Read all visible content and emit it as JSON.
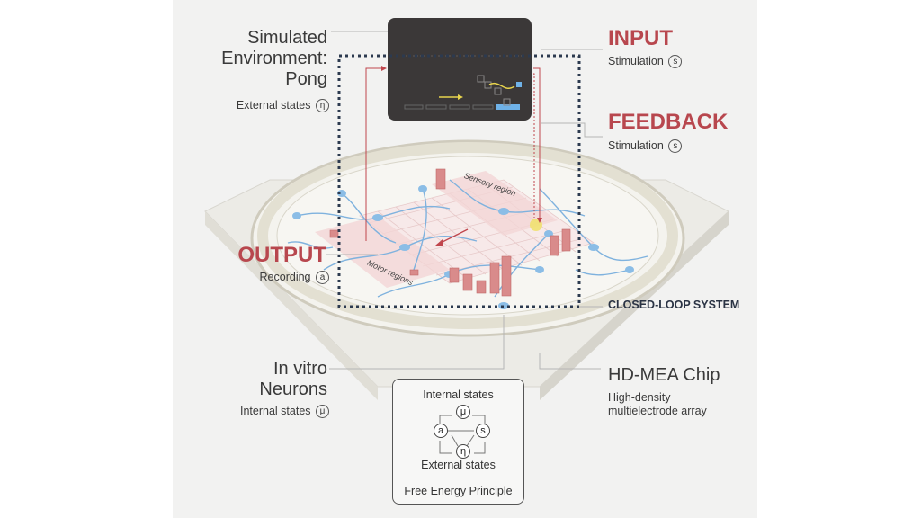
{
  "environment": {
    "title_lines": [
      "Simulated",
      "Environment:",
      "Pong"
    ],
    "subtitle": "External states",
    "symbol": "η"
  },
  "input": {
    "title": "INPUT",
    "subtitle": "Stimulation",
    "symbol": "s"
  },
  "feedback": {
    "title": "FEEDBACK",
    "subtitle": "Stimulation",
    "symbol": "s"
  },
  "output": {
    "title": "OUTPUT",
    "subtitle": "Recording",
    "symbol": "a"
  },
  "closed_loop": {
    "label": "CLOSED-LOOP SYSTEM"
  },
  "chip_regions": {
    "sensory": "Sensory region",
    "motor": "Motor regions"
  },
  "neurons": {
    "title_lines": [
      "In vitro",
      "Neurons"
    ],
    "subtitle": "Internal states",
    "symbol": "μ"
  },
  "chip": {
    "title": "HD-MEA Chip",
    "desc_lines": [
      "High-density",
      "multielectrode array"
    ]
  },
  "fep_box": {
    "top_label": "Internal states",
    "bottom_label": "External states",
    "footer": "Free Energy Principle",
    "nodes": {
      "internal": "μ",
      "action": "a",
      "sensory": "s",
      "external": "η"
    }
  },
  "colors": {
    "accent_red": "#b8474e",
    "screen": "#3b3838",
    "loop_border": "#2c3a4f",
    "neuron": "#6fa8d6",
    "ball": "#e8d44d"
  }
}
